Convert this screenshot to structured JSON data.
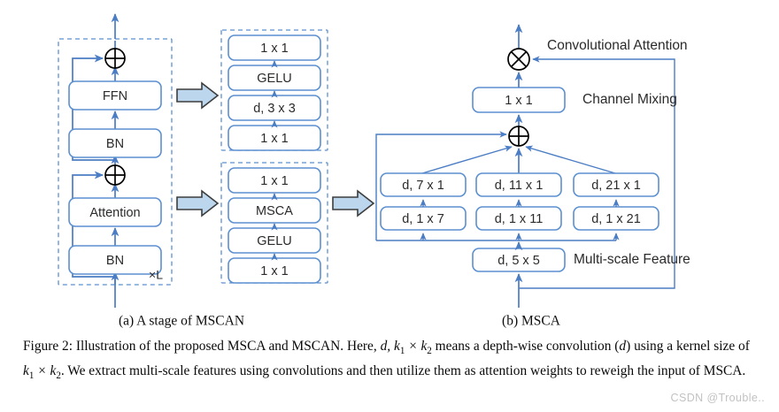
{
  "figure": {
    "number": "Figure 2:",
    "caption_part1": "Illustration of the proposed MSCA and MSCAN. Here, ",
    "caption_math1": "d, k",
    "caption_sub1": "1",
    "caption_times1": " × k",
    "caption_sub2": "2",
    "caption_part2": " means a depth-wise convolution (",
    "caption_math2": "d",
    "caption_part3": ") using a kernel size of ",
    "caption_math3": "k",
    "caption_sub3": "1",
    "caption_times2": " × k",
    "caption_sub4": "2",
    "caption_part4": ". We extract multi-scale features using convolutions and then utilize them as attention weights to reweigh the input of MSCA.",
    "watermark": "CSDN @Trouble.."
  },
  "colors": {
    "box_border": "#5b8fd0",
    "flow_arrow": "#4b7dc4",
    "dashed_group": "#5b8fd0",
    "big_arrow_fill": "#bcd6ee",
    "big_arrow_stroke": "#3d3d3d",
    "op_symbol": "#000000",
    "text": "#2b2b2b",
    "background": "#ffffff",
    "watermark": "#c2c2c2"
  },
  "panel_a": {
    "subcaption": "(a) A stage of MSCAN",
    "repeat_label": "×L",
    "ffn_block": {
      "add_symbol": "⊕",
      "boxes": [
        {
          "label": "FFN"
        },
        {
          "label": "BN"
        }
      ]
    },
    "attention_block": {
      "add_symbol": "⊕",
      "boxes": [
        {
          "label": "Attention"
        },
        {
          "label": "BN"
        }
      ]
    }
  },
  "panel_mid": {
    "ffn_expansion": {
      "boxes": [
        {
          "label": "1 x 1"
        },
        {
          "label": "GELU"
        },
        {
          "label": "d, 3 x 3"
        },
        {
          "label": "1 x 1"
        }
      ]
    },
    "attention_expansion": {
      "boxes": [
        {
          "label": "1 x 1"
        },
        {
          "label": "MSCA"
        },
        {
          "label": "GELU"
        },
        {
          "label": "1 x 1"
        }
      ]
    }
  },
  "panel_b": {
    "subcaption": "(b) MSCA",
    "mul_symbol": "⊗",
    "add_symbol": "⊕",
    "notes": {
      "convolutional_attention": "Convolutional Attention",
      "channel_mixing": "Channel Mixing",
      "multi_scale_feature": "Multi-scale Feature"
    },
    "channel_mixing_box": {
      "label": "1 x 1"
    },
    "branches": [
      {
        "top": "d, 7 x 1",
        "bottom": "d, 1 x 7"
      },
      {
        "top": "d, 11 x 1",
        "bottom": "d, 1 x 11"
      },
      {
        "top": "d, 21 x 1",
        "bottom": "d, 1 x 21"
      }
    ],
    "stem_box": {
      "label": "d, 5 x 5"
    }
  }
}
